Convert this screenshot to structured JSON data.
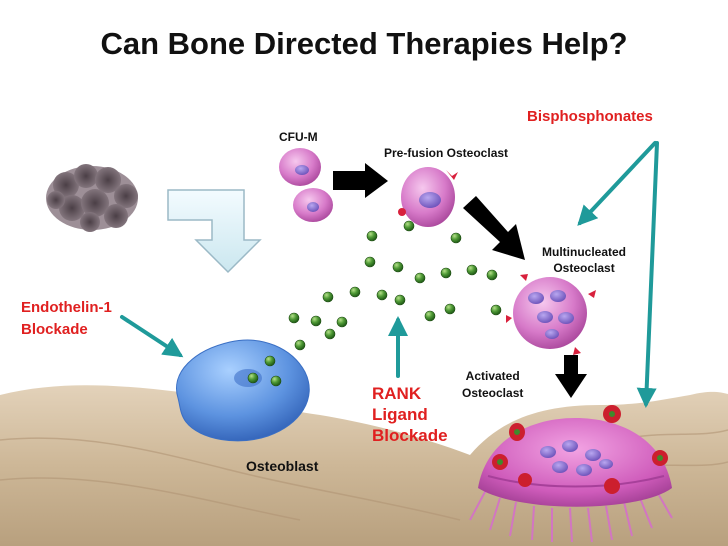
{
  "slide": {
    "title": "Can Bone Directed Therapies  Help?"
  },
  "labels": {
    "cfu_m": "CFU-M",
    "pre_fusion": "Pre-fusion Osteoclast",
    "multinucleated_line1": "Multinucleated",
    "multinucleated_line2": "Osteoclast",
    "activated_line1": "Activated",
    "activated_line2": "Osteoclast",
    "osteoblast": "Osteoblast"
  },
  "therapies": {
    "bisphosphonates": "Bisphosphonates",
    "endothelin_line1": "Endothelin-1",
    "endothelin_line2": "Blockade",
    "rank_line1": "RANK",
    "rank_line2": "Ligand",
    "rank_line3": "Blockade"
  },
  "colors": {
    "therapy_text": "#e02020",
    "therapy_arrow": "#1f9a9a",
    "osteoclast": "#d25fc0",
    "osteoblast": "#5b8ed6",
    "rank_ligand_dot": "#3f8a2c",
    "bone": "#d8c4a8"
  }
}
